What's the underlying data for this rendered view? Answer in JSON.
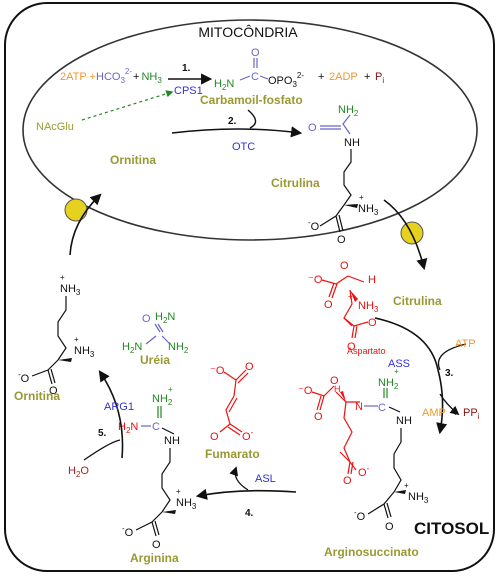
{
  "colors": {
    "border": "#111111",
    "olive": "#999933",
    "enzyme": "#3333cc",
    "atp": "#ee9933",
    "red": "#ee1111",
    "green": "#228822",
    "violet": "#6666cc",
    "transporter": "#e6d21e"
  },
  "labels": {
    "mitochondria": "MITOCÔNDRIA",
    "cytosol": "CITOSOL"
  },
  "reaction1": {
    "atp": "2ATP +",
    "hco3": "HCO",
    "hco3_sub": "3",
    "hco3_sup": "2-",
    "plus1": "+",
    "nh3": "NH",
    "nh3_sub": "3",
    "step": "1.",
    "enzyme": "CPS1",
    "nagl": "NAcGlu",
    "h2n": "H",
    "h2n_sub": "2",
    "h2n_n": "N",
    "c": "C",
    "opo3": "OPO",
    "opo3_sub": "3",
    "opo3_sup": "2-",
    "o": "O",
    "plus2": "+",
    "adp": "2ADP",
    "plus3": "+",
    "pi": "P",
    "pi_sub": "i",
    "product": "Carbamoil-fosfato"
  },
  "reaction2": {
    "step": "2.",
    "enzyme": "OTC",
    "ornithine": "Ornitina",
    "citrulline": "Citrulina",
    "nh2": "NH",
    "nh2_sub": "2",
    "o": "O",
    "nh": "NH",
    "nh3": "NH",
    "nh3_sub": "3",
    "plus": "+",
    "o_minus": "O",
    "minus": "-",
    "o2": "O"
  },
  "reaction3": {
    "citrulline": "Citrulina",
    "aspartate": "Aspartato",
    "step": "3.",
    "enzyme": "ASS",
    "atp": "ATP",
    "amp": "AMP",
    "plus": "+",
    "ppi": "PP",
    "ppi_sub": "i",
    "product": "Arginosuccinato",
    "o": "O",
    "h": "H",
    "nh3": "NH",
    "nh3_sub": "3",
    "nh2": "NH",
    "nh2_sub": "2",
    "n": "N",
    "nh": "NH",
    "c": "C",
    "h_alpha": "H"
  },
  "reaction4": {
    "step": "4.",
    "enzyme": "ASL",
    "fumarate": "Fumarato",
    "arginine": "Arginina",
    "h2n": "H",
    "h2n_sub": "2",
    "h2n_n": "N",
    "nh2": "NH",
    "nh2_sub": "2",
    "nh": "NH",
    "nh3": "NH",
    "nh3_sub": "3",
    "o": "O"
  },
  "reaction5": {
    "step": "5.",
    "enzyme": "ARG1",
    "water": "H",
    "water_sub": "2",
    "water_o": "O",
    "urea": "Uréia",
    "ornithine": "Ornitina",
    "h2n": "H",
    "h2n_sub": "2",
    "h2n_n": "N",
    "nh2": "NH",
    "nh2_sub": "2",
    "o": "O",
    "nh3": "NH",
    "nh3_sub": "3"
  }
}
